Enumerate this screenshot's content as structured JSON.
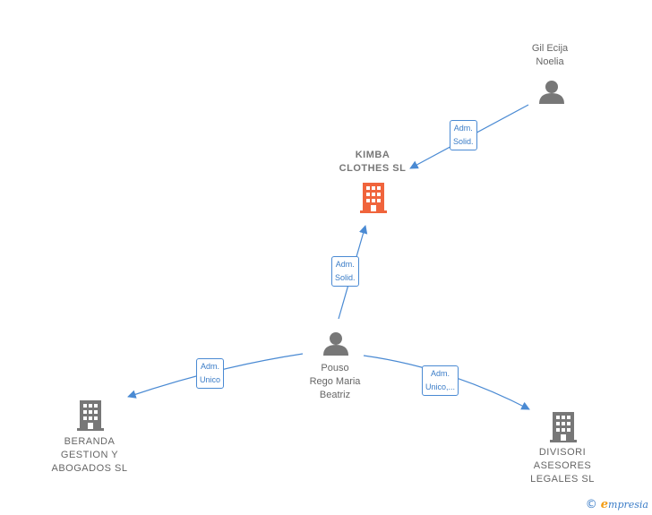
{
  "nodes": {
    "gil": {
      "lines": [
        "Gil Ecija",
        "Noelia"
      ]
    },
    "kimba": {
      "lines": [
        "KIMBA",
        "CLOTHES  SL"
      ]
    },
    "pouso": {
      "lines": [
        "Pouso",
        "Rego Maria",
        "Beatriz"
      ]
    },
    "beranda": {
      "lines": [
        "BERANDA",
        "GESTION Y",
        "ABOGADOS  SL"
      ]
    },
    "divisori": {
      "lines": [
        "DIVISORI",
        "ASESORES",
        "LEGALES  SL"
      ]
    }
  },
  "edges": {
    "gil_kimba": {
      "lines": [
        "Adm.",
        "Solid."
      ]
    },
    "pouso_kimba": {
      "lines": [
        "Adm.",
        "Solid."
      ]
    },
    "pouso_beranda": {
      "lines": [
        "Adm.",
        "Unico"
      ]
    },
    "pouso_divisori": {
      "lines": [
        "Adm.",
        "Unico,..."
      ]
    }
  },
  "colors": {
    "edge": "#4a8ad3",
    "person_icon": "#777777",
    "company_icon": "#777777",
    "focus_company_icon": "#f0643c"
  },
  "icons": {
    "person": "person-icon",
    "company": "building-icon"
  },
  "footer": {
    "copyright_symbol": "©",
    "brand_first": "e",
    "brand_rest": "mpresia"
  }
}
